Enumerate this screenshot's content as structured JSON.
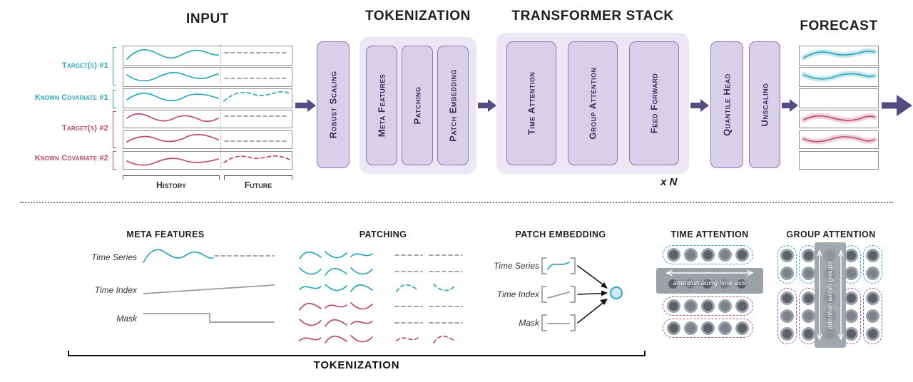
{
  "colors": {
    "teal": "#2ba8bd",
    "pink": "#bf4a72",
    "purple_box": "#d8cfe8",
    "purple_border": "#8d76b4",
    "purple_container": "#ece7f5",
    "purple_text": "#3d2b63",
    "arrow": "#564a84",
    "gray_band": "#9aa1a7"
  },
  "pipeline": {
    "titles": {
      "input": "INPUT",
      "tokenization": "TOKENIZATION",
      "transformer": "TRANSFORMER STACK",
      "forecast": "FORECAST"
    },
    "input_labels": [
      "Target(s) #1",
      "Known Covariate #1",
      "Target(s) #2",
      "Known Covariate #2"
    ],
    "history_label": "History",
    "future_label": "Future",
    "stages": {
      "robust_scaling": "Robust Scaling",
      "meta_features": "Meta Features",
      "patching": "Patching",
      "patch_embedding": "Patch Embedding",
      "time_attention": "Time Attention",
      "group_attention": "Group Attention",
      "feed_forward": "Feed Forward",
      "quantile_head": "Quantile Head",
      "unscaling": "Unscaling"
    },
    "repeat_label": "x N"
  },
  "detail": {
    "meta_features": {
      "title": "META FEATURES",
      "rows": [
        "Time Series",
        "Time Index",
        "Mask"
      ]
    },
    "patching": {
      "title": "PATCHING"
    },
    "patch_embedding": {
      "title": "PATCH EMBEDDING",
      "rows": [
        "Time Series",
        "Time Index",
        "Mask"
      ]
    },
    "time_attention": {
      "title": "TIME ATTENTION",
      "caption": "attention along time axis"
    },
    "group_attention": {
      "title": "GROUP ATTENTION",
      "caption": "attention within groups"
    },
    "bracket_label": "TOKENIZATION"
  }
}
